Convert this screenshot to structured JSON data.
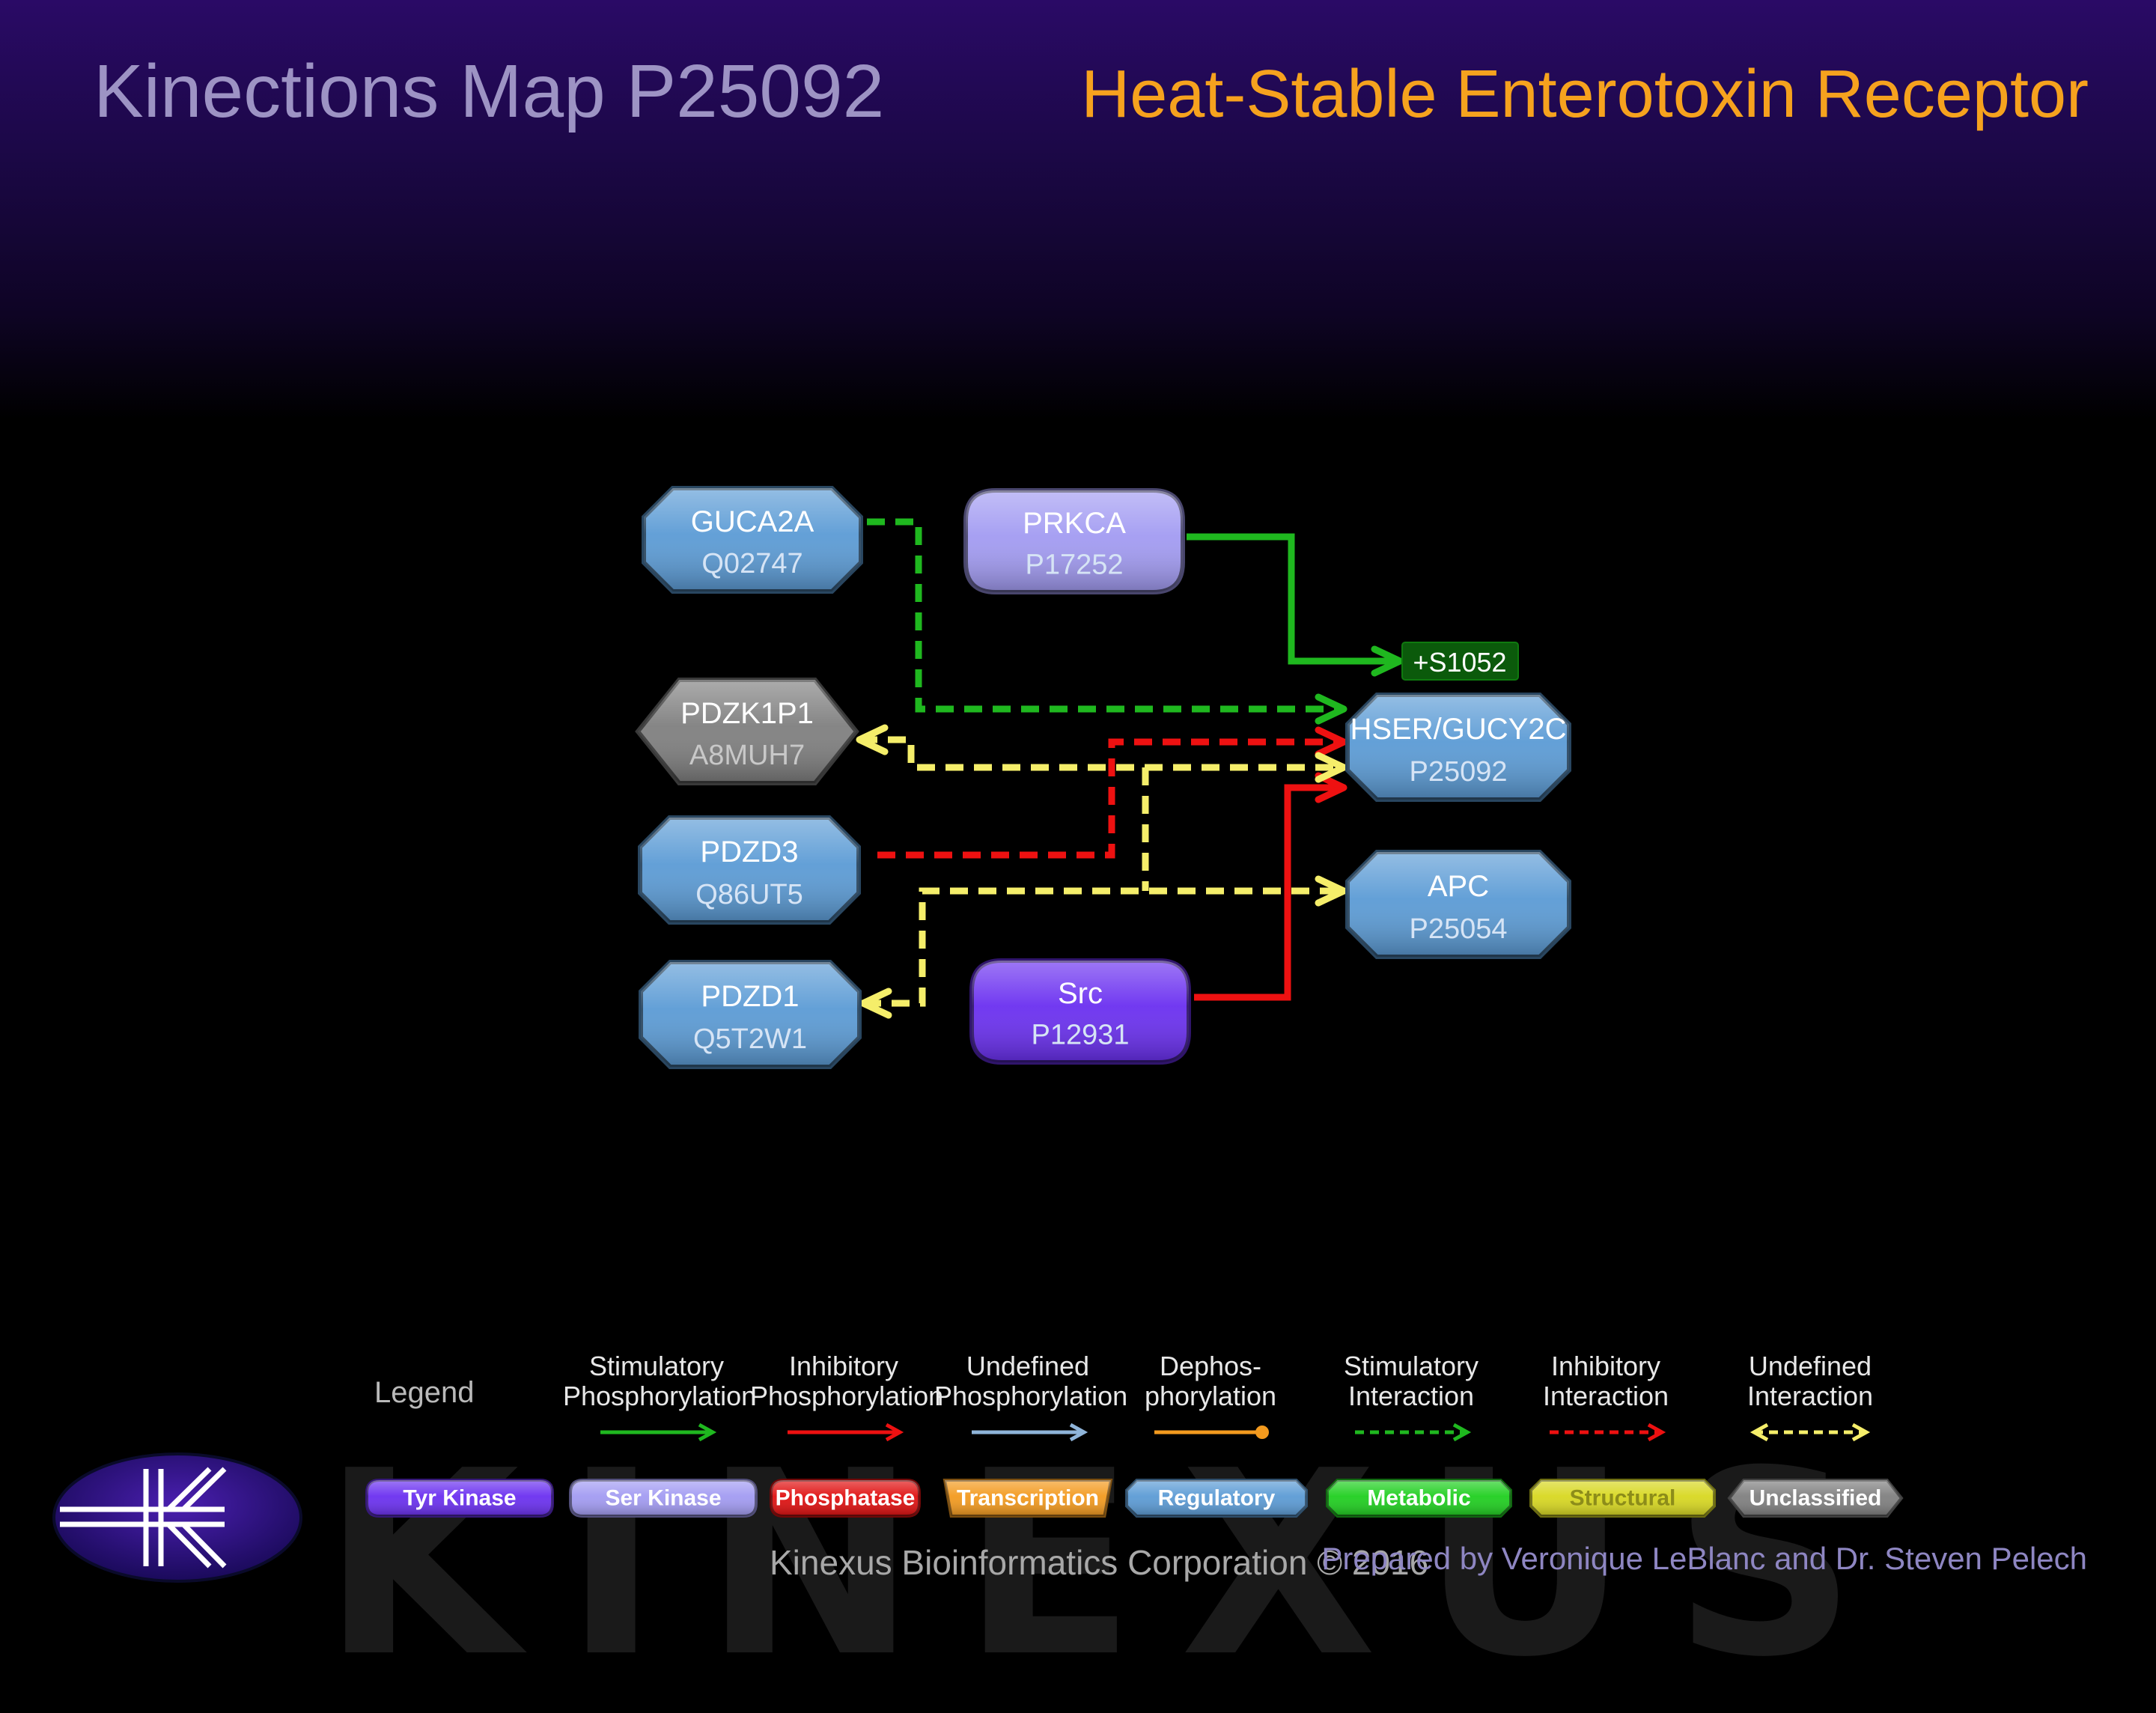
{
  "header": {
    "title_left": "Kinections Map P25092",
    "title_right": "Heat-Stable Enterotoxin Receptor"
  },
  "nodes": [
    {
      "name": "GUCA2A",
      "id": "Q02747",
      "shape": "octagon",
      "fill": "#5b9bd5"
    },
    {
      "name": "PRKCA",
      "id": "P17252",
      "shape": "rounded",
      "fill": "#a29bf2"
    },
    {
      "name": "PDZK1P1",
      "id": "A8MUH7",
      "shape": "hexagon",
      "fill": "#7f7f7f"
    },
    {
      "name": "PDZD3",
      "id": "Q86UT5",
      "shape": "octagon",
      "fill": "#5b9bd5"
    },
    {
      "name": "PDZD1",
      "id": "Q5T2W1",
      "shape": "octagon",
      "fill": "#5b9bd5"
    },
    {
      "name": "Src",
      "id": "P12931",
      "shape": "rounded",
      "fill": "#6a2ff0"
    },
    {
      "name": "HSER/GUCY2C",
      "id": "P25092",
      "shape": "octagon",
      "fill": "#5b9bd5"
    },
    {
      "name": "APC",
      "id": "P25054",
      "shape": "octagon",
      "fill": "#5b9bd5"
    }
  ],
  "site_label": "+S1052",
  "edges": [
    {
      "from": "GUCA2A",
      "to": "HSER/GUCY2C",
      "type": "stimulatory-interaction"
    },
    {
      "from": "PRKCA",
      "to": "HSER/GUCY2C",
      "type": "stimulatory-phosphorylation",
      "site": "+S1052"
    },
    {
      "from": "PDZD3",
      "to": "HSER/GUCY2C",
      "type": "inhibitory-interaction"
    },
    {
      "from": "Src",
      "to": "HSER/GUCY2C",
      "type": "inhibitory-phosphorylation"
    },
    {
      "from": "PDZK1P1",
      "to": "HSER/GUCY2C",
      "type": "undefined-interaction"
    },
    {
      "from": "PDZD1",
      "to": "APC",
      "type": "undefined-interaction"
    }
  ],
  "legend": {
    "title": "Legend",
    "arrows": [
      {
        "line1": "Stimulatory",
        "line2": "Phosphorylation",
        "color": "#1fb81f",
        "style": "solid"
      },
      {
        "line1": "Inhibitory",
        "line2": "Phosphorylation",
        "color": "#ee1111",
        "style": "solid"
      },
      {
        "line1": "Undefined",
        "line2": "Phosphorylation",
        "color": "#8fb4d9",
        "style": "solid"
      },
      {
        "line1": "Dephos-",
        "line2": "phorylation",
        "color": "#f39a1e",
        "style": "solid-dot"
      },
      {
        "line1": "Stimulatory",
        "line2": "Interaction",
        "color": "#1fb81f",
        "style": "dashed"
      },
      {
        "line1": "Inhibitory",
        "line2": "Interaction",
        "color": "#ee1111",
        "style": "dashed"
      },
      {
        "line1": "Undefined",
        "line2": "Interaction",
        "color": "#f5ee6a",
        "style": "dashed-both"
      }
    ],
    "types": [
      {
        "label": "Tyr Kinase",
        "fill": "#6a2ff0",
        "text": "#ffffff",
        "shape": "rounded"
      },
      {
        "label": "Ser Kinase",
        "fill": "#a29bf2",
        "text": "#ffffff",
        "shape": "rounded"
      },
      {
        "label": "Phosphatase",
        "fill": "#e01010",
        "text": "#ffffff",
        "shape": "rounded"
      },
      {
        "label": "Transcription",
        "fill": "#f39a1e",
        "text": "#ffffff",
        "shape": "trap"
      },
      {
        "label": "Regulatory",
        "fill": "#5b9bd5",
        "text": "#ffffff",
        "shape": "octagon"
      },
      {
        "label": "Metabolic",
        "fill": "#1fcf1f",
        "text": "#ffffff",
        "shape": "octagon"
      },
      {
        "label": "Structural",
        "fill": "#d8d820",
        "text": "#8c8c1a",
        "shape": "octagon"
      },
      {
        "label": "Unclassified",
        "fill": "#7f7f7f",
        "text": "#ffffff",
        "shape": "hexagon"
      }
    ]
  },
  "footer": {
    "company": "Kinexus Bioinformatics Corporation © 2016",
    "credit": "Prepared by Veronique LeBlanc and Dr. Steven Pelech"
  },
  "watermark_text": "KINEXUS",
  "logo": "kinexus-logo"
}
